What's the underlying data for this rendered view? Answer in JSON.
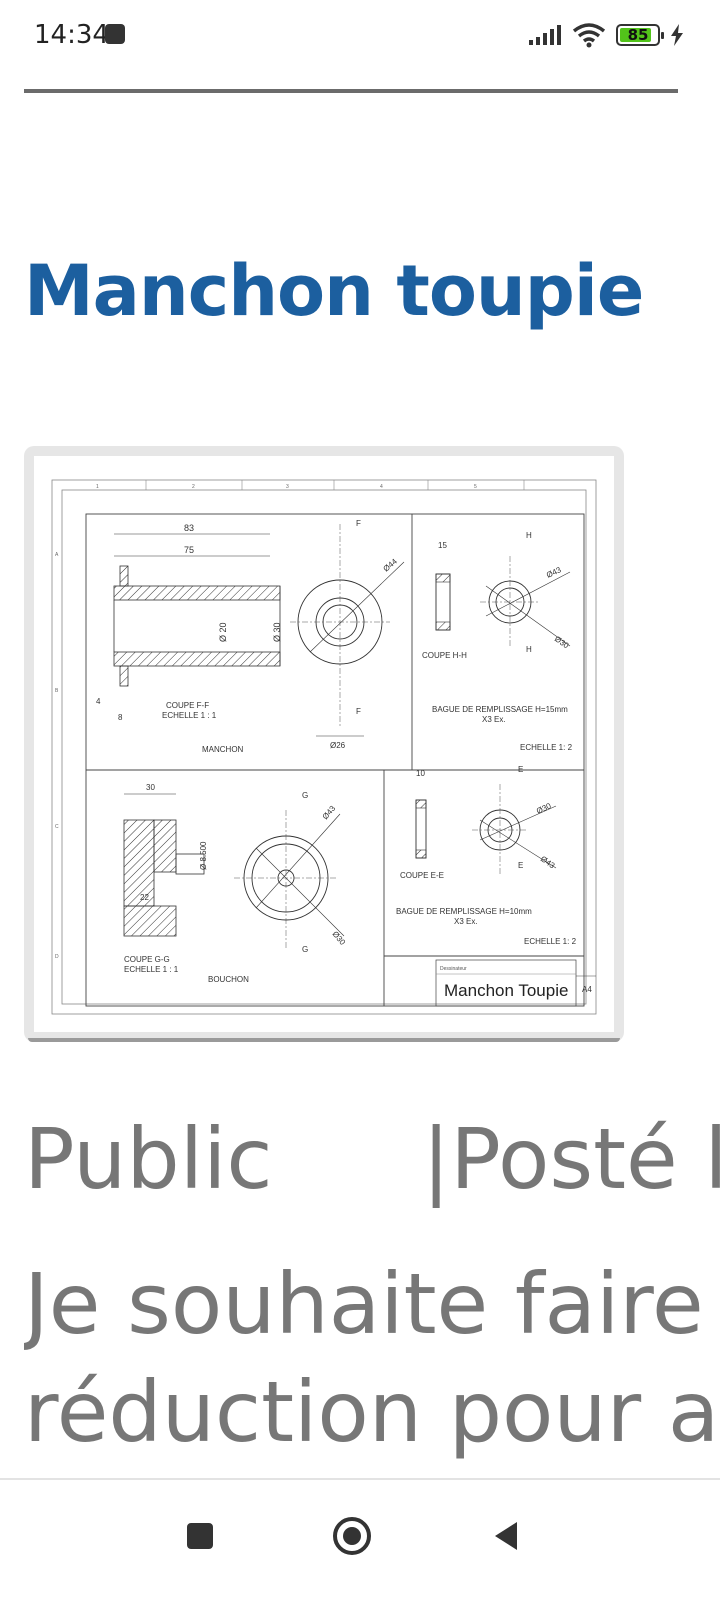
{
  "status_bar": {
    "time": "14:34",
    "battery_level": "85",
    "battery_percent": 85,
    "icons": [
      "notification-dot-icon",
      "signal-icon",
      "wifi-icon",
      "battery-icon",
      "charging-bolt-icon"
    ]
  },
  "page": {
    "title": "Manchon toupie",
    "visibility": "Public",
    "posted": "|Posté l",
    "body_line_1": "Je souhaite faire",
    "body_line_2": "réduction pour ar"
  },
  "drawing": {
    "dim_83": "83",
    "dim_75": "75",
    "dim_f1": "F",
    "dim_44": "Ø44",
    "dim_20": "Ø 20",
    "dim_30a": "Ø 30",
    "dim_4": "4",
    "dim_8": "8",
    "coupe_ff": "COUPE F-F",
    "echelle_11a": "ECHELLE 1 : 1",
    "dim_f2": "F",
    "manchon": "MANCHON",
    "dim_26": "Ø26",
    "dim_15": "15",
    "dim_h1": "H",
    "dim_43a": "Ø43",
    "coupe_hh": "COUPE H-H",
    "dim_30b": "Ø30",
    "dim_h2": "H",
    "bague_15": "BAGUE DE REMPLISSAGE H=15mm",
    "x3_a": "X3 Ex.",
    "echelle_12a": "ECHELLE 1: 2",
    "dim_30c": "30",
    "dim_8500": "Ø 8.500",
    "dim_22": "22",
    "dim_g1": "G",
    "dim_43b": "Ø43",
    "coupe_gg": "COUPE G-G",
    "echelle_11b": "ECHELLE 1 : 1",
    "bouchon": "BOUCHON",
    "dim_g2": "G",
    "dim_30d": "Ø30",
    "dim_10": "10",
    "dim_e1": "E",
    "dim_30e": "Ø30",
    "coupe_ee": "COUPE E-E",
    "dim_e2": "E",
    "dim_43c": "Ø43",
    "bague_10": "BAGUE DE REMPLISSAGE H=10mm",
    "x3_b": "X3 Ex.",
    "echelle_12b": "ECHELLE 1: 2",
    "dessinateur": "Dessinateur",
    "drawing_name": "Manchon Toupie",
    "sheet_size": "A4",
    "col_1": "1",
    "col_2": "2",
    "col_3": "3",
    "col_4": "4",
    "col_5": "5",
    "row_a": "A",
    "row_b": "B",
    "row_c": "C",
    "row_d": "D"
  },
  "nav_bar": {
    "icons": [
      "recents-square-icon",
      "home-circle-icon",
      "back-triangle-icon"
    ]
  }
}
